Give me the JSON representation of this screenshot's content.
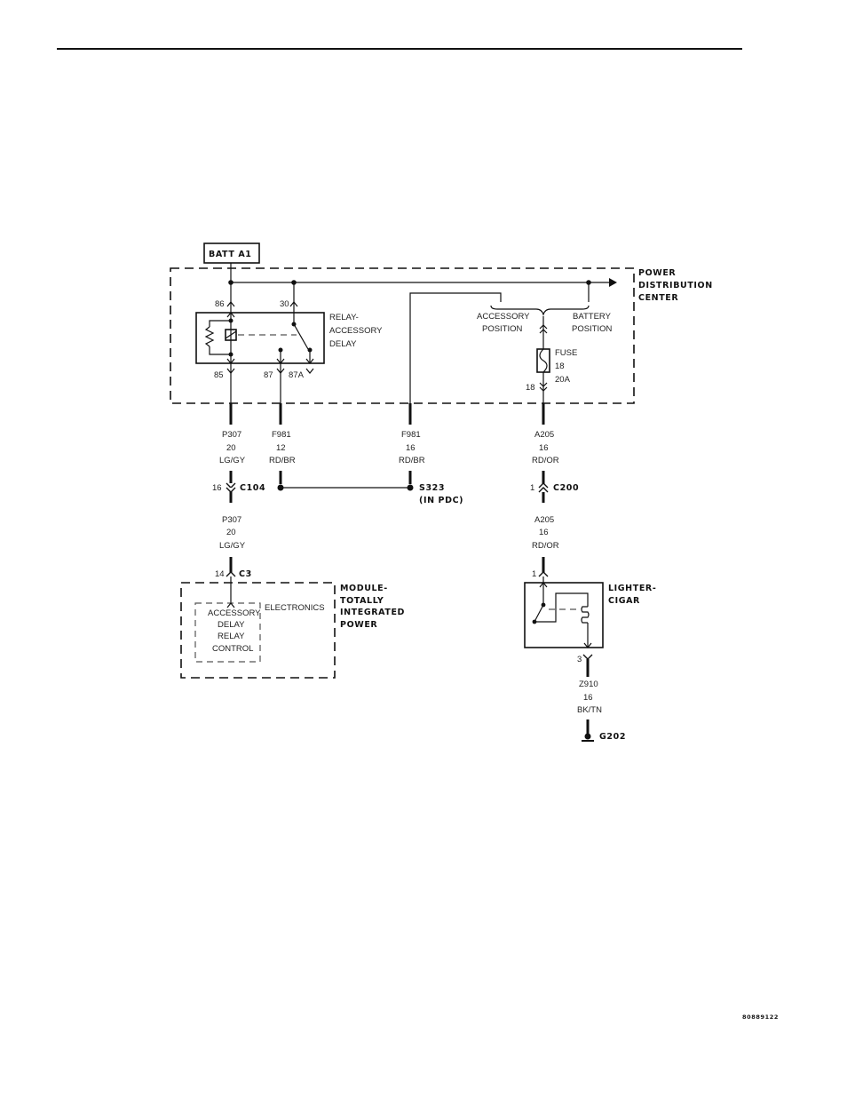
{
  "labels": {
    "batt": "BATT A1",
    "pdc": [
      "POWER",
      "DISTRIBUTION",
      "CENTER"
    ],
    "relay": [
      "RELAY-",
      "ACCESSORY",
      "DELAY"
    ],
    "accessory_position": [
      "ACCESSORY",
      "POSITION"
    ],
    "battery_position": [
      "BATTERY",
      "POSITION"
    ],
    "fuse": [
      "FUSE",
      "18",
      "20A"
    ],
    "pins": {
      "p86": "86",
      "p30": "30",
      "p85": "85",
      "p87": "87",
      "p87a": "87A",
      "p18": "18",
      "c104_pin": "16",
      "c3_pin": "14",
      "c200_pin": "1",
      "lighter_in": "1",
      "lighter_out": "3"
    },
    "wire_p307_top": [
      "P307",
      "20",
      "LG/GY"
    ],
    "wire_f981_12": [
      "F981",
      "12",
      "RD/BR"
    ],
    "wire_f981_16": [
      "F981",
      "16",
      "RD/BR"
    ],
    "wire_a205_top": [
      "A205",
      "16",
      "RD/OR"
    ],
    "wire_p307_bot": [
      "P307",
      "20",
      "LG/GY"
    ],
    "wire_a205_bot": [
      "A205",
      "16",
      "RD/OR"
    ],
    "wire_z910": [
      "Z910",
      "16",
      "BK/TN"
    ],
    "c104": "C104",
    "c3": "C3",
    "c200": "C200",
    "s323": [
      "S323",
      "(IN PDC)"
    ],
    "module": [
      "MODULE-",
      "TOTALLY",
      "INTEGRATED",
      "POWER"
    ],
    "electronics": "ELECTRONICS",
    "control": [
      "ACCESSORY",
      "DELAY",
      "RELAY",
      "CONTROL"
    ],
    "lighter": [
      "LIGHTER-",
      "CIGAR"
    ],
    "g202": "G202",
    "figure_id": "80889122"
  }
}
